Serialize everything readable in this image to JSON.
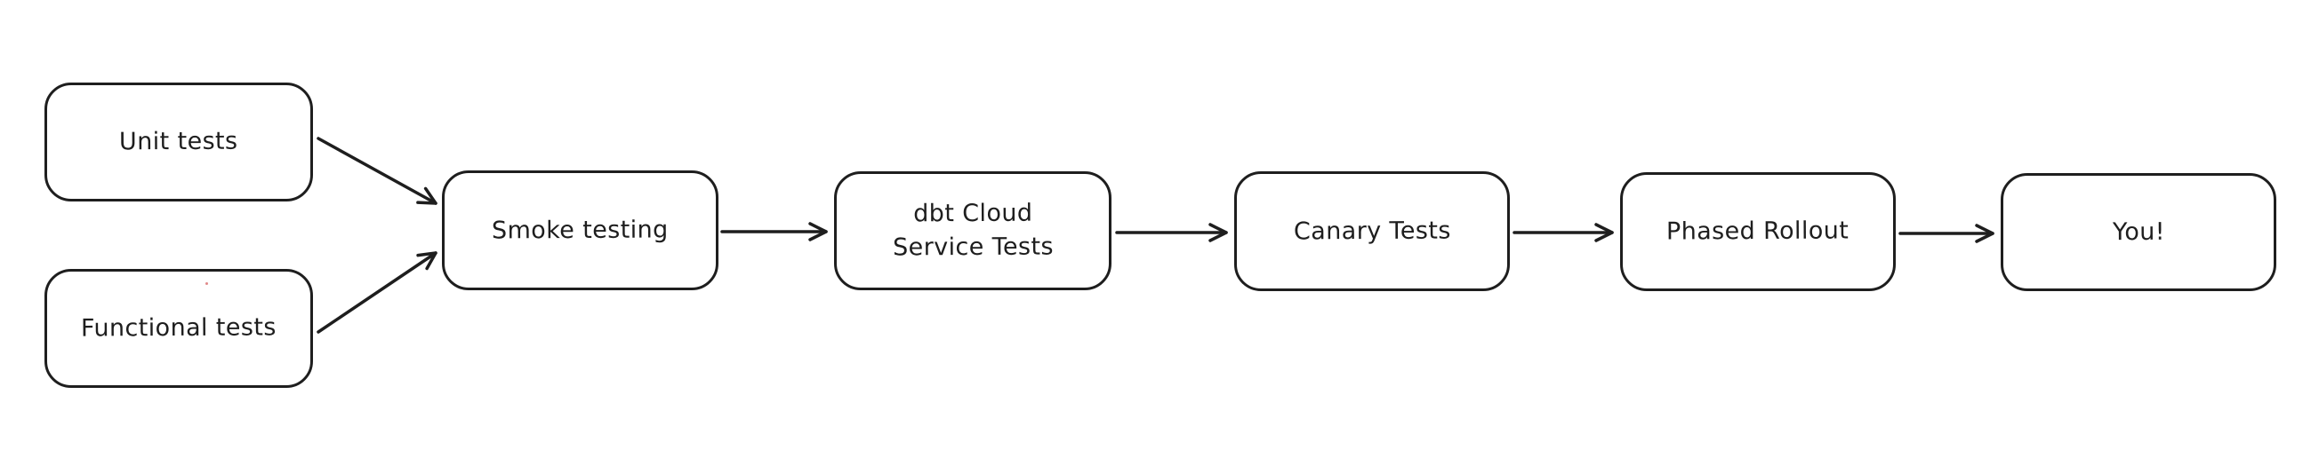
{
  "diagram": {
    "type": "flowchart",
    "style": "hand-drawn-excalidraw",
    "background_color": "#ffffff",
    "stroke_color": "#1e1e1e",
    "artifact_dot_color": "#d96a6a",
    "nodes": [
      {
        "id": "unit-tests",
        "label": "Unit tests"
      },
      {
        "id": "functional-tests",
        "label": "Functional tests"
      },
      {
        "id": "smoke-testing",
        "label": "Smoke testing"
      },
      {
        "id": "dbt-cloud-service-tests",
        "label": "dbt Cloud\nService Tests"
      },
      {
        "id": "canary-tests",
        "label": "Canary Tests"
      },
      {
        "id": "phased-rollout",
        "label": "Phased Rollout"
      },
      {
        "id": "you",
        "label": "You!"
      }
    ],
    "edges": [
      {
        "from": "unit-tests",
        "to": "smoke-testing"
      },
      {
        "from": "functional-tests",
        "to": "smoke-testing"
      },
      {
        "from": "smoke-testing",
        "to": "dbt-cloud-service-tests"
      },
      {
        "from": "dbt-cloud-service-tests",
        "to": "canary-tests"
      },
      {
        "from": "canary-tests",
        "to": "phased-rollout"
      },
      {
        "from": "phased-rollout",
        "to": "you"
      }
    ]
  }
}
